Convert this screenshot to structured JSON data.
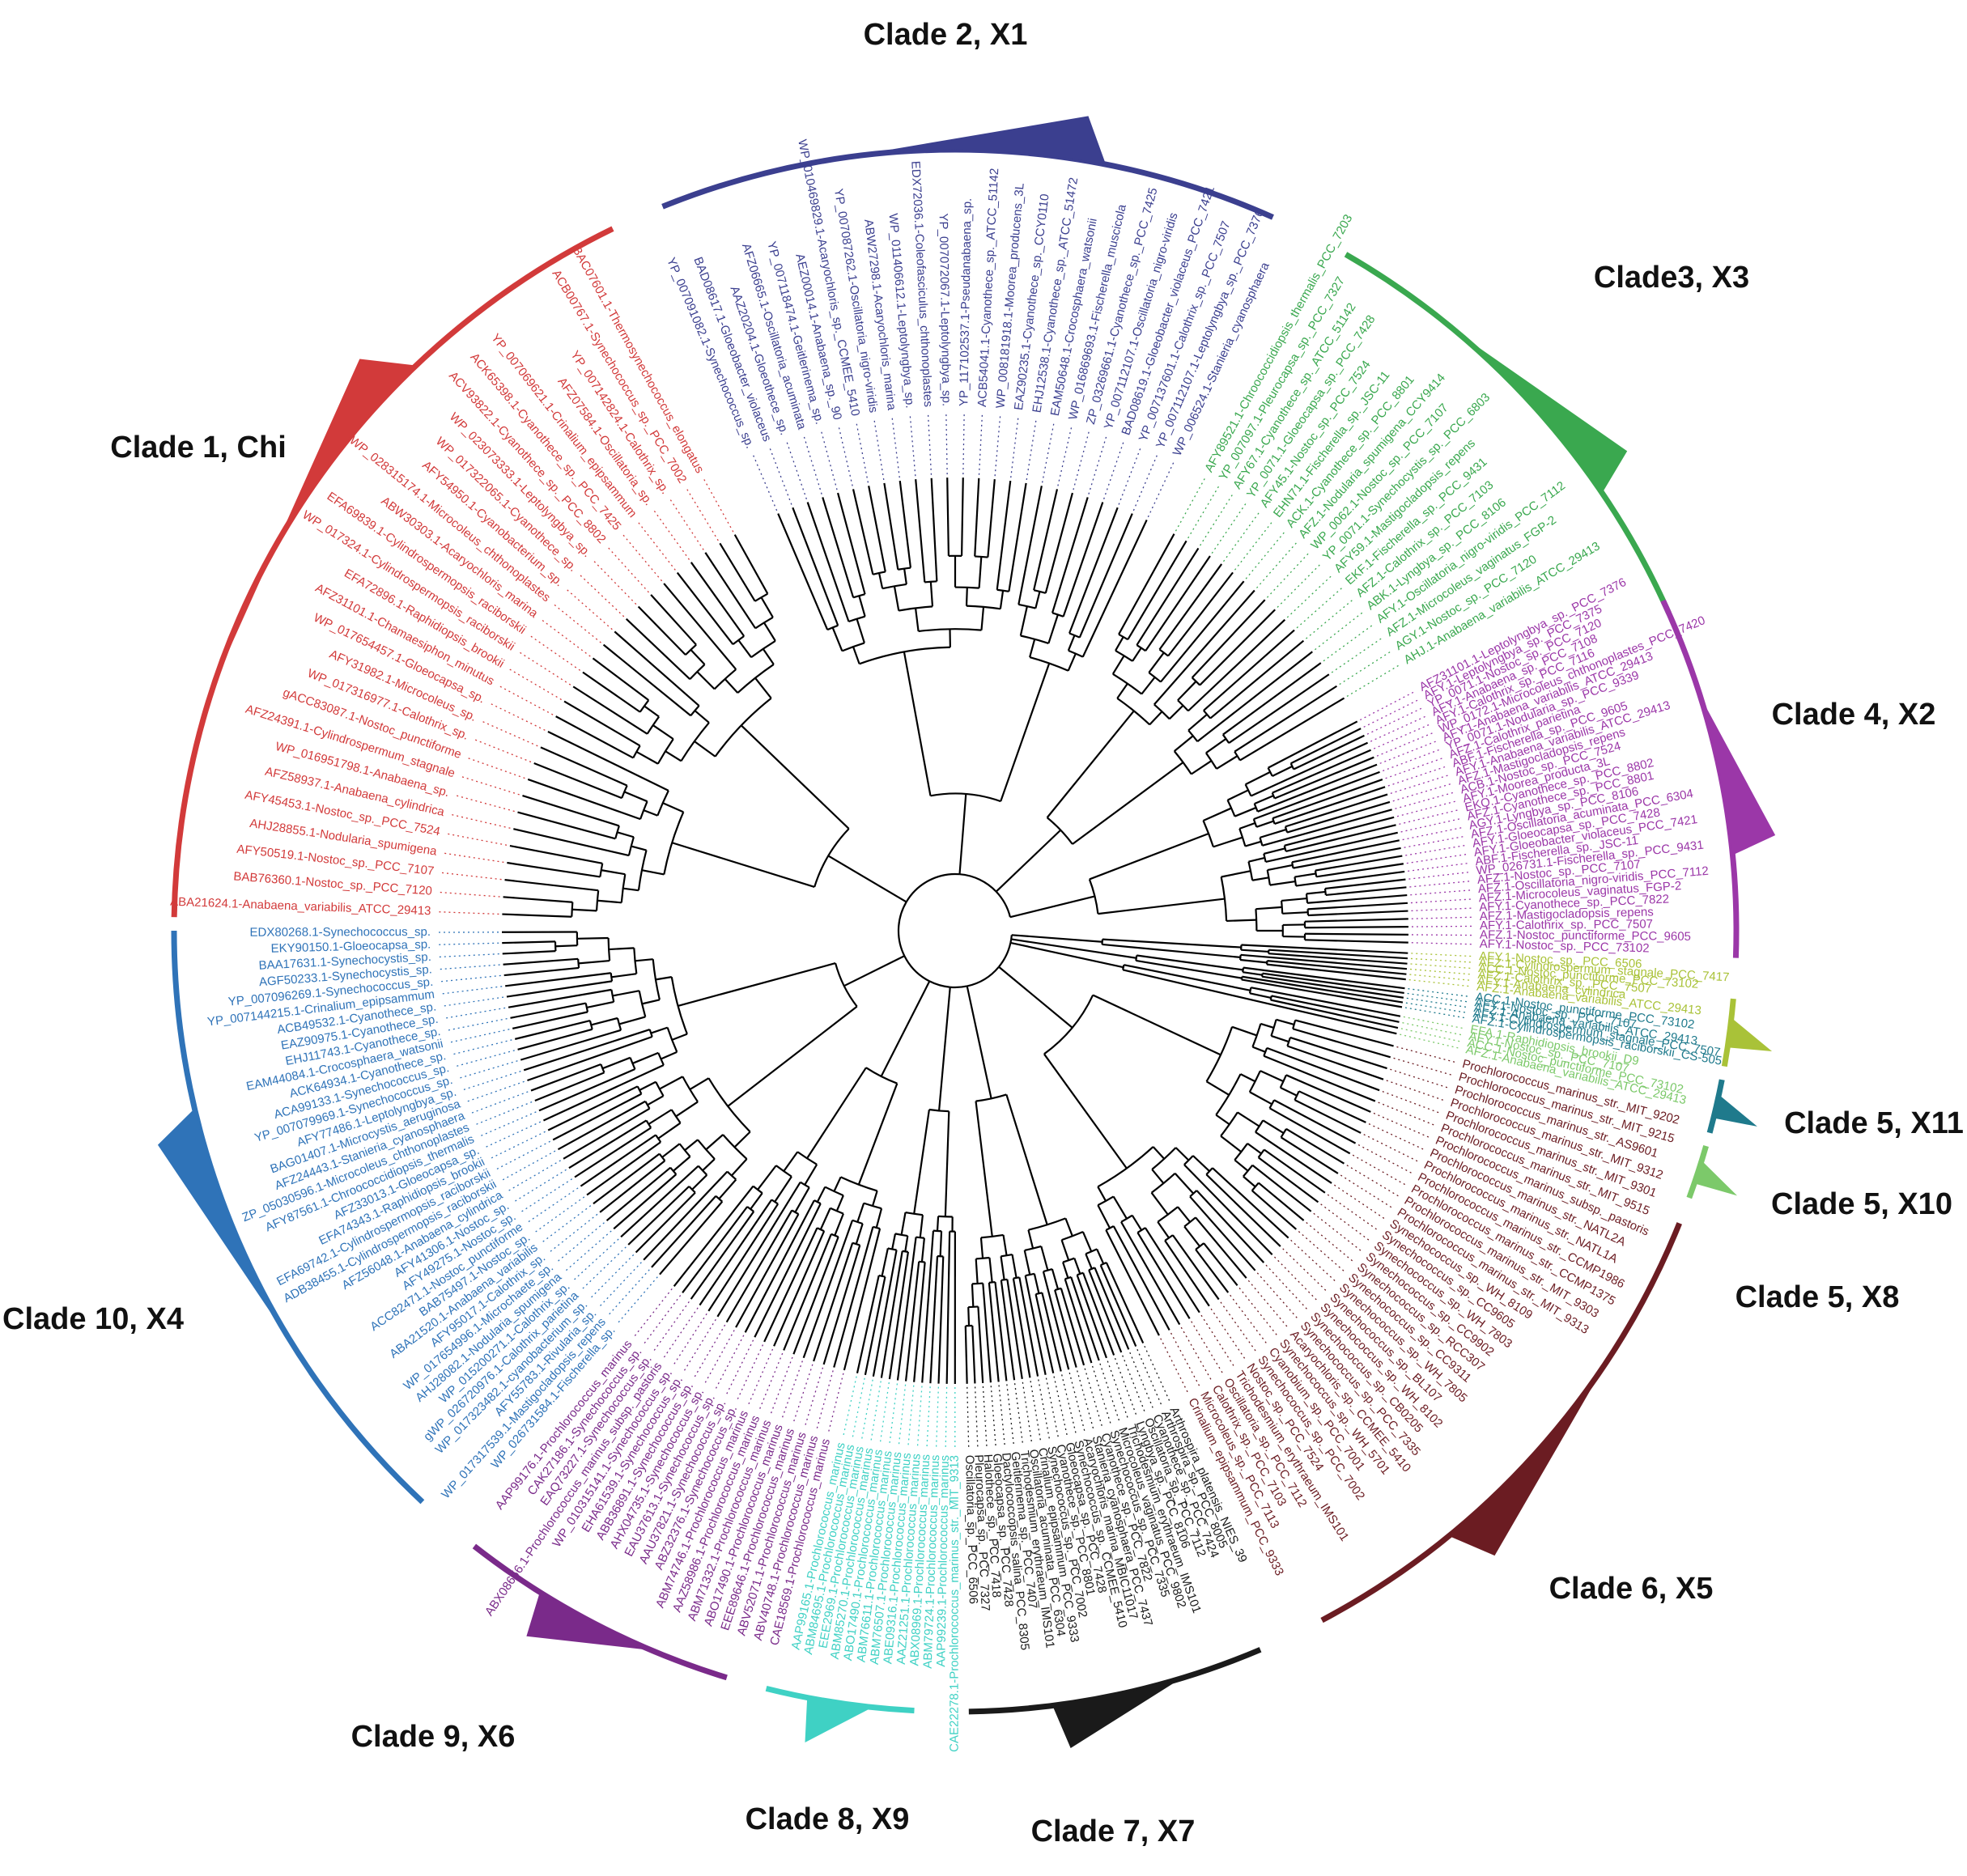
{
  "figure": {
    "clades": [
      {
        "id": "clade-1-chi",
        "label": "Clade 1, Chi",
        "color": "#d23a3a",
        "leaves": [
          "ABA21624.1-Anabaena_variabilis_ATCC_29413",
          "BAB76360.1-Nostoc_sp._PCC_7120",
          "AFY50519.1-Nostoc_sp._PCC_7107",
          "AHJ28855.1-Nodularia_spumigena",
          "AFY45453.1-Nostoc_sp._PCC_7524",
          "AFZ58937.1-Anabaena_cylindrica",
          "WP_016951798.1-Anabaena_sp.",
          "AFZ24391.1-Cylindrospermum_stagnale",
          "gACC83087.1-Nostoc_punctiforme",
          "WP_017316977.1-Calothrix_sp.",
          "AFY31982.1-Microcoleus_sp.",
          "WP_017654457.1-Gloeocapsa_sp.",
          "AFZ31101.1-Chamaesiphon_minutus",
          "EFA72896.1-Raphidiopsis_brookii",
          "WP_017324.1-Cylindrospermopsis_raciborskii",
          "EFA69839.1-Cylindrospermopsis_raciborskii",
          "ABW30303.1-Acaryochloris_marina",
          "WP_028315174.1-Microcoleus_chthonoplastes",
          "AFY54950.1-Cyanobacterium_sp.",
          "WP_017322065.1-Cyanothece_sp.",
          "WP_023073333.1-Leptolyngbya_sp.",
          "ACV93822.1-Cyanothece_sp._PCC_8802",
          "ACK65398.1-Cyanothece_sp._PCC_7425",
          "YP_007069621.1-Crinalium_epipsammum",
          "AFZ07584.1-Oscillatoria_sp.",
          "YP_007142824.1-Calothrix_sp.",
          "ACB00767.1-Synechococcus_sp._PCC_7002",
          "BAC07601.1-Thermosynechococcus_elongatus"
        ]
      },
      {
        "id": "clade-2-x1",
        "label": "Clade 2, X1",
        "color": "#3b3f8f",
        "leaves": [
          "YP_007091082.1-Synechococcus_sp.",
          "BAD08617.1-Gloeobacter_violaceus",
          "AAZ20204.1-Gloeothece_sp.",
          "AFZ06665.1-Oscillatoria_acuminata",
          "YP_007118474.1-Geitlerinema_sp.",
          "AEZ00014.1-Anabaena_sp._90",
          "WP_010469829.1-Acaryochloris_sp._CCMEE_5410",
          "YP_007087262.1-Oscillatoria_nigro-viridis",
          "ABW27298.1-Acaryochloris_marina",
          "WP_011406612.1-Leptolyngbya_sp.",
          "EDX72036.1-Coleofasciculus_chthonoplastes",
          "YP_007072067.1-Leptolyngbya_sp.",
          "YP_117102537.1-Pseudanabaena_sp.",
          "ACB54041.1-Cyanothece_sp._ATCC_51142",
          "WP_008181918.1-Moorea_producens_3L",
          "EAZ90235.1-Cyanothece_sp._CCY0110",
          "EHJ12538.1-Cyanothece_sp._ATCC_51472",
          "EAM50648.1-Crocosphaera_watsonii",
          "WP_016869693.1-Fischerella_muscicola",
          "ZP_03269661.1-Cyanothece_sp._PCC_7425",
          "YP_007112107.1-Oscillatoria_nigro-viridis",
          "BAD08619.1-Gloeobacter_violaceus_PCC_7421",
          "YP_007137601.1-Calothrix_sp._PCC_7507",
          "YP_007112107.1-Leptolyngbya_sp._PCC_7376",
          "WP_006524.1-Stanieria_cyanosphaera"
        ]
      },
      {
        "id": "clade-3-x3",
        "label": "Clade3, X3",
        "color": "#3aa84f",
        "leaves": [
          "AFY89521.1-Chroococcidiopsis_thermalis_PCC_7203",
          "YP_007097.1-Pleurocapsa_sp._PCC_7327",
          "AFY67.1-Cyanothece_sp._ATCC_51142",
          "YP_0071.1-Gloeocapsa_sp._PCC_7428",
          "AFY45.1-Nostoc_sp._PCC_7524",
          "EHN71.1-Fischerella_sp._JSC-11",
          "ACK.1-Cyanothece_sp._PCC_8801",
          "AFZ.1-Nodularia_spumigena_CCY9414",
          "WP_0062.1-Nostoc_sp._PCC_7107",
          "YP_0071.1-Synechocystis_sp._PCC_6803",
          "AFY59.1-Mastigocladopsis_repens",
          "EKF.1-Fischerella_sp._PCC_9431",
          "AFZ.1-Calothrix_sp._PCC_7103",
          "ABK.1-Lyngbya_sp._PCC_8106",
          "AFY.1-Oscillatoria_nigro-viridis_PCC_7112",
          "AFZ.1-Microcoleus_vaginatus_FGP-2",
          "AGY.1-Nostoc_sp._PCC_7120",
          "AHJ.1-Anabaena_variabilis_ATCC_29413"
        ]
      },
      {
        "id": "clade-4-x2",
        "label": "Clade 4, X2",
        "color": "#9b37a8",
        "leaves": [
          "AFZ31101.1-Leptolyngbya_sp._PCC_7376",
          "AFY.1-Leptolyngbya_sp._PCC_7375",
          "YP_0071.1-Nostoc_sp._PCC_7120",
          "AFY.1-Anabaena_sp._PCC_7108",
          "AFY.1-Calothrix_sp._PCC_7116",
          "WP_0172.1-Microcoleus_chthonoplastes_PCC_7420",
          "AFY.1-Anabaena_variabilis_ATCC_29413",
          "YP_0071.1-Nodularia_sp._PCC_9339",
          "AFZ.1-Calothrix_parietina",
          "ABF.1-Fischerella_sp._PCC_9605",
          "AFY.1-Anabaena_variabilis_ATCC_29413",
          "AFZ.1-Mastigocladopsis_repens",
          "ACB.1-Nostoc_sp._PCC_7524",
          "AFY.1-Moorea_producta_3L",
          "EKQ.1-Cyanothece_sp._PCC_8802",
          "AFZ.1-Cyanothece_sp._PCC_8801",
          "AGY.1-Lyngbya_sp._PCC_8106",
          "AFZ.1-Oscillatoria_acuminata_PCC_6304",
          "AFY.1-Gloeocapsa_sp._PCC_7428",
          "AFY.1-Gloeobacter_violaceus_PCC_7421",
          "ABF.1-Fischerella_sp._JSC-11",
          "WP_026731.1-Fischerella_sp._PCC_9431",
          "AFZ.1-Nostoc_sp._PCC_7107",
          "AFZ.1-Oscillatoria_nigro-viridis_PCC_7112",
          "AFZ.1-Microcoleus_vaginatus_FGP-2",
          "AFY.1-Cyanothece_sp._PCC_7822",
          "AFZ.1-Mastigocladopsis_repens",
          "AFY.1-Calothrix_sp._PCC_7507",
          "AFZ.1-Nostoc_punctiforme_PCC_9605",
          "AFY.1-Nostoc_sp._PCC_73102"
        ]
      },
      {
        "id": "clade-5-x11",
        "label": "Clade 5, X11",
        "color": "#a9c238",
        "leaves": [
          "AFY.1-Nostoc_sp._PCC_6506",
          "AFZ.1-Cylindrospermum_stagnale_PCC_7417",
          "ACC.1-Nostoc_punctiforme_PCC_73102",
          "AFZ.1-Calothrix_sp._PCC_7507",
          "AFY.1-Anabaena_cylindrica",
          "AFZ.1-Anabaena_variabilis_ATCC_29413"
        ]
      },
      {
        "id": "clade-5-x10",
        "label": "Clade 5, X10",
        "color": "#1f7a8c",
        "leaves": [
          "ACC.1-Nostoc_punctiforme_PCC_73102",
          "AFY.1-Nostoc_sp._PCC_7107",
          "AFZ.1-Anabaena_variabilis_ATCC_29413",
          "AFY.1-Cylindrospermum_stagnale_PCC_7507",
          "AFZ.1-Cylindrospermopsis_raciborskii_CS-505"
        ]
      },
      {
        "id": "clade-5-x8",
        "label": "Clade 5, X8",
        "color": "#7cc96a",
        "leaves": [
          "EFA.1-Raphidiopsis_brookii_D9",
          "AFY.1-Nostoc_sp._PCC_7107",
          "ACC.1-Nostoc_punctiforme_PCC_73102",
          "AFZ.1-Anabaena_variabilis_ATCC_29413"
        ]
      },
      {
        "id": "clade-6-x5",
        "label": "Clade 6, X5",
        "color": "#6b1c22",
        "leaves": [
          "Prochlorococcus_marinus_str._MIT_9202",
          "Prochlorococcus_marinus_str._MIT_9215",
          "Prochlorococcus_marinus_str._AS9601",
          "Prochlorococcus_marinus_str._MIT_9312",
          "Prochlorococcus_marinus_str._MIT_9301",
          "Prochlorococcus_marinus_str._MIT_9515",
          "Prochlorococcus_marinus_subsp._pastoris",
          "Prochlorococcus_marinus_str._NATL2A",
          "Prochlorococcus_marinus_str._NATL1A",
          "Prochlorococcus_marinus_str._CCMP1986",
          "Prochlorococcus_marinus_str._CCMP1375",
          "Prochlorococcus_marinus_str._MIT_9303",
          "Prochlorococcus_marinus_str._MIT_9313",
          "Synechococcus_sp._WH_8109",
          "Synechococcus_sp._CC9605",
          "Synechococcus_sp._WH_7803",
          "Synechococcus_sp._CC9902",
          "Synechococcus_sp._RCC307",
          "Synechococcus_sp._CC9311",
          "Synechococcus_sp._WH_7805",
          "Synechococcus_sp._BL107",
          "Synechococcus_sp._WH_8102",
          "Synechococcus_sp._CB0205",
          "Synechococcus_sp._PCC_7335",
          "Acaryochloris_sp._CCMEE_5410",
          "Synechococcus_sp._WH_5701",
          "Cyanobium_sp._PCC_7001",
          "Synechococcus_sp._PCC_7002",
          "Nostoc_sp._PCC_7524",
          "Trichodesmium_erythraeum_IMS101",
          "Oscillatoria_sp._PCC_7112",
          "Calothrix_sp._PCC_7103",
          "Microcoleus_sp._PCC_7113",
          "Crinalium_epipsammum_PCC_9333"
        ]
      },
      {
        "id": "clade-7-x7",
        "label": "Clade 7, X7",
        "color": "#1a1a1a",
        "leaves": [
          "Arthrospira_platensis_NIES_39",
          "Arthrospira_sp._PCC_8005",
          "Cyanothece_sp._PCC_7424",
          "Oscillatoria_sp._PCC_7112",
          "Lyngbya_sp._PCC_8106",
          "Trichodesmium_erythraeum_IMS101",
          "Microcoleus_vaginatus_PCC_9802",
          "Synechococcus_sp._PCC_7335",
          "Cyanothece_sp._PCC_7822",
          "Stanieria_cyanosphaera_PCC_7437",
          "Acaryochloris_marina_MBIC11017",
          "Synechococcus_sp._CCMEE_5410",
          "Gloeocapsa_sp._PCC_7428",
          "Cyanothece_sp._PCC_8801",
          "Synechococcus_sp._PCC_7002",
          "Crinalium_epipsammum_PCC_9333",
          "Oscillatoria_acuminata_PCC_6304",
          "Trichodesmium_erythraeum_IMS101",
          "Geitlerinema_sp._PCC_7407",
          "Dactylococcopsis_salina_PCC_8305",
          "Gloeocapsa_sp._PCC_7428",
          "Halothece_sp._PCC_7418",
          "Pleurocapsa_sp._PCC_7327",
          "Oscillatoria_sp._PCC_6506"
        ]
      },
      {
        "id": "clade-8-x9",
        "label": "Clade 8, X9",
        "color": "#3fd1c4",
        "leaves": [
          "CAE22278.1-Prochlorococcus_marinus_str._MIT_9313",
          "AAP99239.1-Prochlorococcus_marinus",
          "ABM79724.1-Prochlorococcus_marinus",
          "ABX08969.1-Prochlorococcus_marinus",
          "AAZ21251.1-Prochlorococcus_marinus",
          "ABE09316.1-Prochlorococcus_marinus",
          "ABM76507.1-Prochlorococcus_marinus",
          "ABM76611.1-Prochlorococcus_marinus",
          "ABO17490.1-Prochlorococcus_marinus",
          "ABM85270.1-Prochlorococcus_marinus",
          "EEE2969.1-Prochlorococcus_marinus",
          "ABM84695.1-Prochlorococcus_marinus",
          "AAP99165.1-Prochlorococcus_marinus"
        ]
      },
      {
        "id": "clade-9-x6",
        "label": "Clade 9, X6",
        "color": "#7a2a8a",
        "leaves": [
          "CAE18569.1-Prochlorococcus_marinus",
          "ABV40748.1-Prochlorococcus_marinus",
          "ABV52071.1-Prochlorococcus_marinus",
          "EEE89646.1-Prochlorococcus_marinus",
          "ABO17490.1-Prochlorococcus_marinus",
          "ABM71332.1-Prochlorococcus_marinus",
          "AAZ58986.1-Prochlorococcus_marinus",
          "ABM74746.1-Prochlorococcus_marinus",
          "ABZ32376.1-Synechococcus_sp.",
          "AAU37821.1-Synechococcus_sp.",
          "EAU37613.1-Synechococcus_sp.",
          "AHX04735.1-Synechococcus_sp.",
          "ABB36891.1-Synechococcus_sp.",
          "EHA61539.1-Synechococcus_sp.",
          "WP_010315141.1-Synechococcus_sp.",
          "ABX08656.1-Prochlorococcus_marinus_subsp._pastoris",
          "EAQ73227.1-Synechococcus_sp.",
          "CAK27186.1-Synechococcus_sp.",
          "AAP99176.1-Prochlorococcus_marinus"
        ]
      },
      {
        "id": "clade-10-x4",
        "label": "Clade 10, X4",
        "color": "#2f73b8",
        "leaves": [
          "WP_026731584.1-Fischerella_sp.",
          "WP_017317539.1-Mastigocladopsis_repens",
          "AFY55783.1-Rivularia_sp.",
          "WP_017323482.1-cyanobacterium_sp.",
          "gWP_026720976.1-Calothrix_parietina",
          "WP_015200271.1-Calothrix_sp.",
          "AHJ28082.1-Nodularia_spumigena",
          "WP_017654996.1-Microchaete_sp.",
          "AFY95017.1-Calothrix_sp.",
          "ABA21520.1-Anabaena_variabilis",
          "BAB75497.1-Nostoc_sp.",
          "ACC82471.1-Nostoc_punctiforme",
          "AFY49275.1-Nostoc_sp.",
          "AFY41306.1-Nostoc_sp.",
          "AFZ56048.1-Anabaena_cylindrica",
          "ADB38455.1-Cylindrospermopsis_raciborskii",
          "EFA69742.1-Cylindrospermopsis_raciborskii",
          "EFA74343.1-Raphidiopsis_brookii",
          "AFZ33013.1-Gloeocapsa_sp.",
          "AFY87561.1-Chroococcidiopsis_thermalis",
          "ZP_05030596.1-Microcoleus_chthonoplastes",
          "AFZ24443.1-Stanieria_cyanosphaera",
          "BAG01407.1-Microcystis_aeruginosa",
          "AFY77486.1-Leptolyngbya_sp.",
          "YP_007079969.1-Synechococcus_sp.",
          "ACA99133.1-Synechococcus_sp.",
          "ACK64934.1-Cyanothece_sp.",
          "EAM44084.1-Crocosphaera_watsonii",
          "EHJ11743.1-Cyanothece_sp.",
          "EAZ90975.1-Cyanothece_sp.",
          "ACB49532.1-Cyanothece_sp.",
          "YP_007144215.1-Crinalium_epipsammum",
          "YP_007096269.1-Synechococcus_sp.",
          "AGF50233.1-Synechocystis_sp.",
          "BAA17631.1-Synechocystis_sp.",
          "EKY90150.1-Gloeocapsa_sp.",
          "EDX80268.1-Synechococcus_sp."
        ]
      }
    ]
  }
}
